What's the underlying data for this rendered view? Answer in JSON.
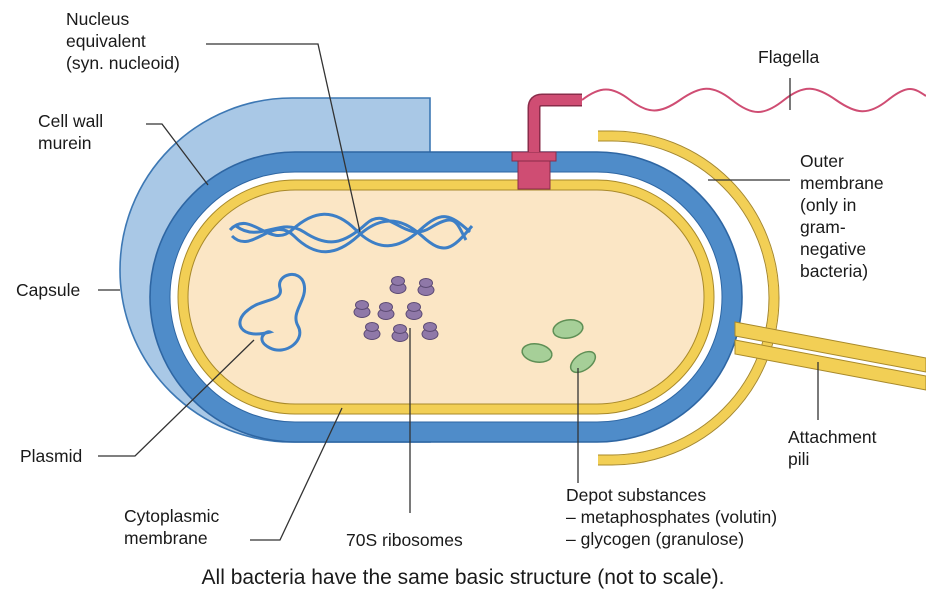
{
  "labels": {
    "nucleus": [
      "Nucleus",
      "equivalent",
      "(syn. nucleoid)"
    ],
    "cell_wall": [
      "Cell wall",
      "murein"
    ],
    "capsule": "Capsule",
    "plasmid": "Plasmid",
    "cytoplasmic_membrane": [
      "Cytoplasmic",
      "membrane"
    ],
    "ribosomes": "70S ribosomes",
    "depot": [
      "Depot substances",
      "– metaphosphates (volutin)",
      "– glycogen (granulose)"
    ],
    "flagella": "Flagella",
    "outer_membrane": [
      "Outer",
      "membrane",
      "(only in",
      "gram-",
      "negative",
      "bacteria)"
    ],
    "attachment_pili": [
      "Attachment",
      "pili"
    ]
  },
  "caption": "All bacteria have the same basic structure (not to scale).",
  "colors": {
    "capsule": "#a9c8e6",
    "capsule_edge": "#3d78b4",
    "cell_wall": "#4f8cc9",
    "outer_membrane": "#f2cf55",
    "cytoplasm": "#fbe6c5",
    "nucleoid": "#3d7fc6",
    "ribosome": "#8f78a8",
    "depot": "#a6cf98",
    "flagellum": "#cf4d73"
  }
}
